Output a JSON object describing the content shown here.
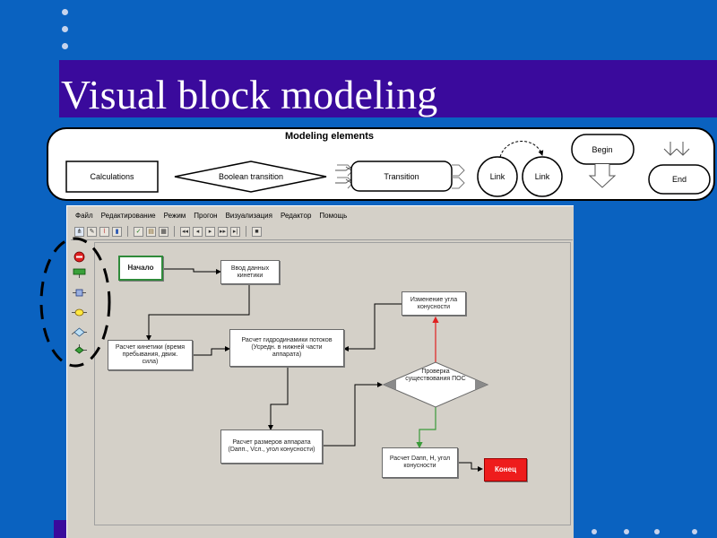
{
  "slide": {
    "title": "Visual block modeling"
  },
  "legend": {
    "title": "Modeling elements",
    "items": {
      "calculations": "Calculations",
      "boolean_transition": "Boolean transition",
      "transition": "Transition",
      "link_a": "Link",
      "link_b": "Link",
      "begin": "Begin",
      "end": "End"
    }
  },
  "app": {
    "menu": [
      "Файл",
      "Редактирование",
      "Режим",
      "Прогон",
      "Визуализация",
      "Редактор",
      "Помощь"
    ],
    "toolbar_icons": [
      "network-icon",
      "edit-icon",
      "chart-icon",
      "bar-chart-icon",
      "check-icon",
      "book-icon",
      "grid-icon",
      "print-icon",
      "rewind-icon",
      "step-back-icon",
      "play-icon",
      "fast-forward-icon",
      "end-icon",
      "stop-icon"
    ],
    "palette_icons": [
      "begin-node-icon",
      "calc-node-icon",
      "transition-node-icon",
      "link-node-icon",
      "boolean-node-icon",
      "end-node-icon"
    ],
    "nodes": {
      "start": "Начало",
      "input": "Ввод данных\nкинетики",
      "kinetics": "Расчет кинетики (время\nпребывания, движ.\nсила)",
      "hydro": "Расчет гидродинамики потоков\n(Усредн. в нижней части\nаппарата)",
      "angle": "Изменение угла\nконусности",
      "check": "Проверка\nсуществования ПОС",
      "sizes": "Расчет размеров аппарата\n(Dапп., Vсл., угол конусности)",
      "dapp": "Расчет Dапп, Н, угол\nконусности",
      "end": "Конец"
    }
  },
  "colors": {
    "background": "#0a62c0",
    "title_band": "#3a0a9c",
    "end_node": "#ee1c1c",
    "start_border": "#2f8a3a",
    "loop_arrow": "#e02020",
    "true_arrow": "#3a9a3a"
  }
}
